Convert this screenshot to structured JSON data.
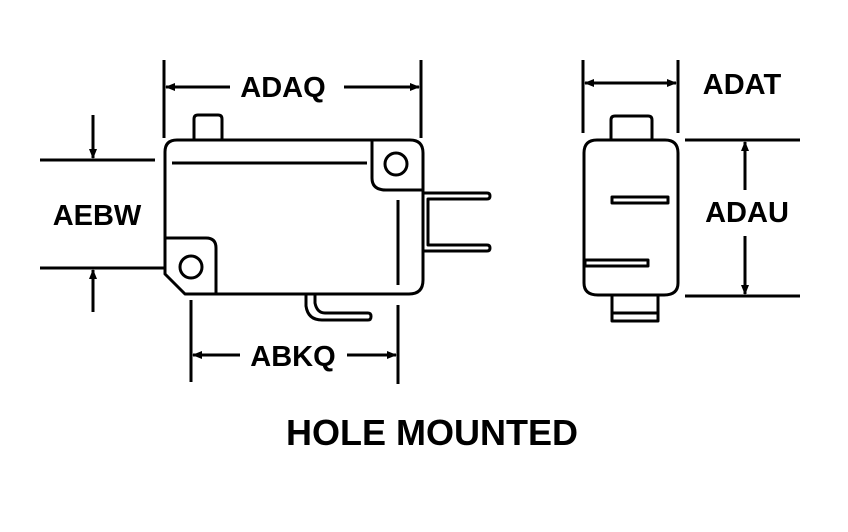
{
  "labels": {
    "adaq": "ADAQ",
    "aebw": "AEBW",
    "abkq": "ABKQ",
    "adat": "ADAT",
    "adau": "ADAU"
  },
  "title": "HOLE MOUNTED",
  "colors": {
    "line": "#000000",
    "background": "#ffffff"
  }
}
